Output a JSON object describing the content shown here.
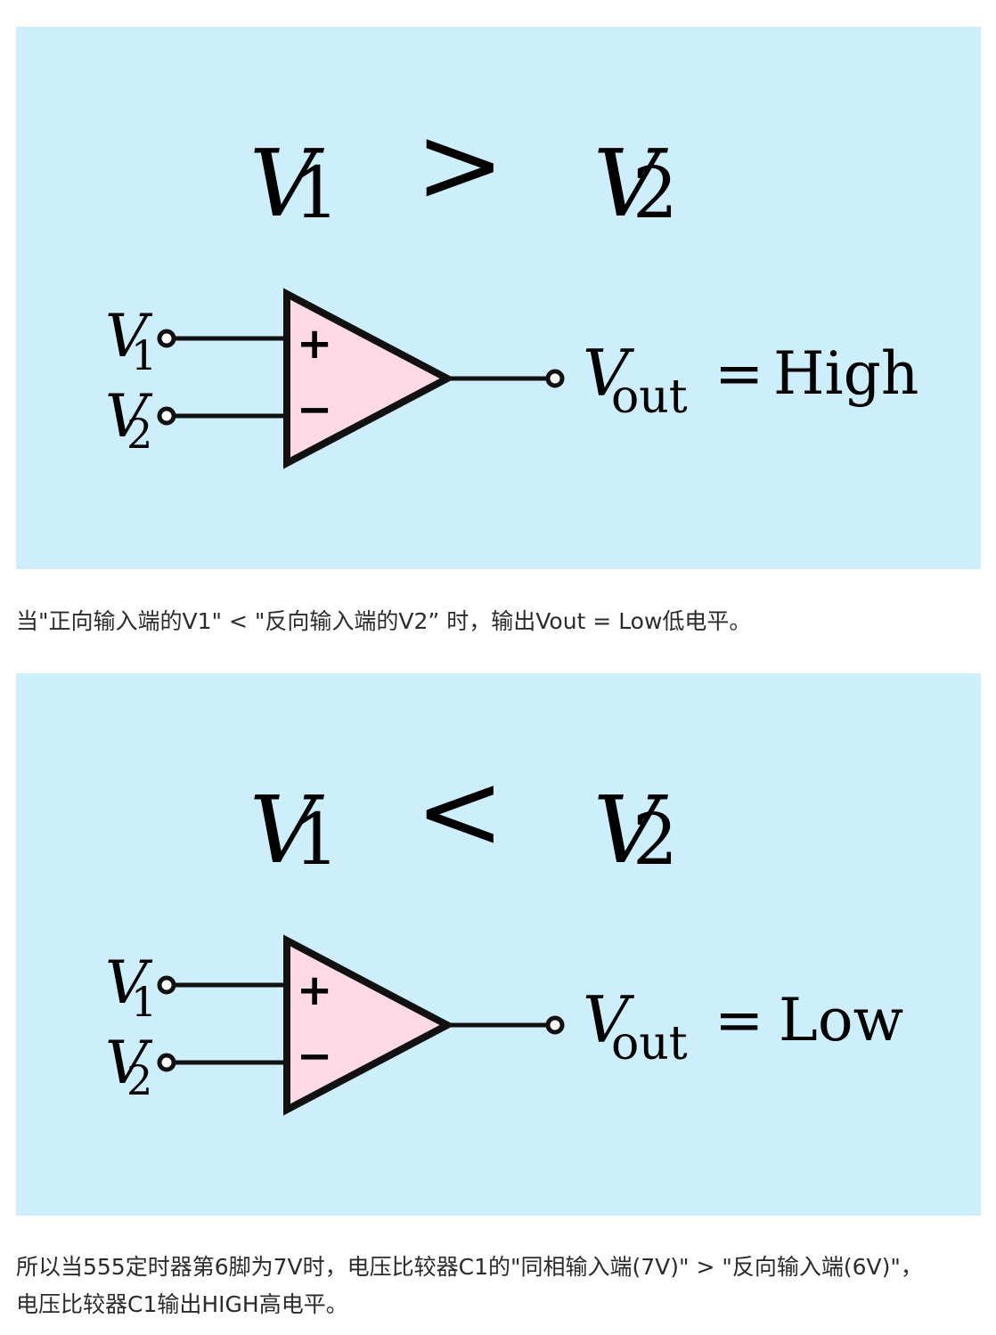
{
  "diagrams": [
    {
      "comparison": {
        "left": "V",
        "left_sub": "1",
        "op": ">",
        "right": "V",
        "right_sub": "2"
      },
      "inputs": [
        {
          "label": "V",
          "sub": "1",
          "sign": "+"
        },
        {
          "label": "V",
          "sub": "2",
          "sign": "−"
        }
      ],
      "output": {
        "label": "V",
        "sub": "out",
        "eq": "=",
        "value": "High"
      },
      "colors": {
        "background": "#cdeffc",
        "triangle_fill": "#fdd9e6",
        "stroke": "#111111"
      }
    },
    {
      "comparison": {
        "left": "V",
        "left_sub": "1",
        "op": "<",
        "right": "V",
        "right_sub": "2"
      },
      "inputs": [
        {
          "label": "V",
          "sub": "1",
          "sign": "+"
        },
        {
          "label": "V",
          "sub": "2",
          "sign": "−"
        }
      ],
      "output": {
        "label": "V",
        "sub": "out",
        "eq": "=",
        "value": "Low"
      },
      "colors": {
        "background": "#cdeffc",
        "triangle_fill": "#fdd9e6",
        "stroke": "#111111"
      }
    }
  ],
  "captions": {
    "first": "当\"正向输入端的V1\" < \"反向输入端的V2” 时，输出Vout = Low低电平。",
    "second_line1": "所以当555定时器第6脚为7V时，电压比较器C1的\"同相输入端(7V)\" > \"反向输入端(6V)\"，",
    "second_line2": "电压比较器C1输出HIGH高电平。"
  }
}
